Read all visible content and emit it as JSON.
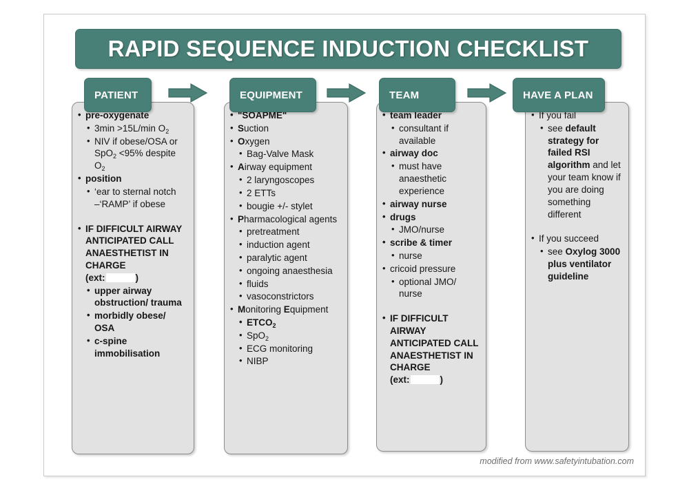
{
  "document": {
    "title": "RAPID SEQUENCE INDUCTION CHECKLIST",
    "credit": "modified from www.safetyintubation.com",
    "accent_color": "#487f76",
    "card_color": "#e2e2e2",
    "text_color": "#161616"
  },
  "columns": [
    {
      "id": "patient",
      "header": "PATIENT",
      "items": [
        {
          "level": 1,
          "bold": true,
          "text": "pre-oxygenate"
        },
        {
          "level": 2,
          "bold": false,
          "text": "3min >15L/min O2"
        },
        {
          "level": 2,
          "bold": false,
          "text": "NIV if obese/OSA or SpO2 <95% despite O2"
        },
        {
          "level": 1,
          "bold": true,
          "text": "position"
        },
        {
          "level": 2,
          "bold": false,
          "text": "‘ear to sternal notch –‘RAMP’ if obese"
        },
        {
          "level": 0,
          "bold": false,
          "text": ""
        },
        {
          "level": 1,
          "bold": true,
          "text": "IF DIFFICULT AIRWAY ANTICIPATED CALL ANAESTHETIST IN CHARGE (ext: )"
        },
        {
          "level": 2,
          "bold": true,
          "text": "upper airway obstruction/ trauma"
        },
        {
          "level": 2,
          "bold": true,
          "text": "morbidly obese/ OSA"
        },
        {
          "level": 2,
          "bold": true,
          "text": "c-spine immobilisation"
        }
      ]
    },
    {
      "id": "equipment",
      "header": "EQUIPMENT",
      "items": [
        {
          "level": 1,
          "bold": true,
          "text": "\"SOAPME\""
        },
        {
          "level": 1,
          "bold": false,
          "text": "Suction"
        },
        {
          "level": 1,
          "bold": false,
          "text": "Oxygen"
        },
        {
          "level": 2,
          "bold": false,
          "text": "Bag-Valve Mask"
        },
        {
          "level": 1,
          "bold": false,
          "text": "Airway equipment"
        },
        {
          "level": 2,
          "bold": false,
          "text": "2 laryngoscopes"
        },
        {
          "level": 2,
          "bold": false,
          "text": "2 ETTs"
        },
        {
          "level": 2,
          "bold": false,
          "text": "bougie +/- stylet"
        },
        {
          "level": 1,
          "bold": false,
          "text": "Pharmacological agents"
        },
        {
          "level": 2,
          "bold": false,
          "text": "pretreatment"
        },
        {
          "level": 2,
          "bold": false,
          "text": "induction agent"
        },
        {
          "level": 2,
          "bold": false,
          "text": "paralytic agent"
        },
        {
          "level": 2,
          "bold": false,
          "text": "ongoing anaesthesia"
        },
        {
          "level": 2,
          "bold": false,
          "text": "fluids"
        },
        {
          "level": 2,
          "bold": false,
          "text": "vasoconstrictors"
        },
        {
          "level": 1,
          "bold": false,
          "text": "Monitoring Equipment"
        },
        {
          "level": 2,
          "bold": true,
          "text": "ETCO2"
        },
        {
          "level": 2,
          "bold": false,
          "text": "SpO2"
        },
        {
          "level": 2,
          "bold": false,
          "text": "ECG monitoring"
        },
        {
          "level": 2,
          "bold": false,
          "text": "NIBP"
        }
      ]
    },
    {
      "id": "team",
      "header": "TEAM",
      "items": [
        {
          "level": 1,
          "bold": true,
          "text": "team leader"
        },
        {
          "level": 2,
          "bold": false,
          "text": "consultant if available"
        },
        {
          "level": 1,
          "bold": true,
          "text": "airway doc"
        },
        {
          "level": 2,
          "bold": false,
          "text": "must have anaesthetic experience"
        },
        {
          "level": 1,
          "bold": true,
          "text": "airway nurse"
        },
        {
          "level": 1,
          "bold": true,
          "text": "drugs"
        },
        {
          "level": 2,
          "bold": false,
          "text": "JMO/nurse"
        },
        {
          "level": 1,
          "bold": true,
          "text": "scribe & timer"
        },
        {
          "level": 2,
          "bold": false,
          "text": "nurse"
        },
        {
          "level": 1,
          "bold": false,
          "text": "cricoid pressure"
        },
        {
          "level": 2,
          "bold": false,
          "text": "optional JMO/ nurse"
        },
        {
          "level": 0,
          "bold": false,
          "text": ""
        },
        {
          "level": 1,
          "bold": true,
          "text": "IF DIFFICULT AIRWAY ANTICIPATED CALL ANAESTHETIST IN CHARGE (ext: )"
        }
      ]
    },
    {
      "id": "plan",
      "header": "HAVE A PLAN",
      "items": [
        {
          "level": 1,
          "bold": false,
          "text": "If you fail"
        },
        {
          "level": 2,
          "bold": false,
          "text": "see default strategy for failed RSI algorithm and let your team know if you are doing something different"
        },
        {
          "level": 0,
          "bold": false,
          "text": ""
        },
        {
          "level": 1,
          "bold": false,
          "text": "If you succeed"
        },
        {
          "level": 2,
          "bold": false,
          "text": "see Oxylog 3000 plus ventilator guideline"
        }
      ]
    }
  ],
  "arrows": [
    {
      "name": "arrow-patient-to-equipment"
    },
    {
      "name": "arrow-equipment-to-team"
    },
    {
      "name": "arrow-team-to-plan"
    }
  ]
}
